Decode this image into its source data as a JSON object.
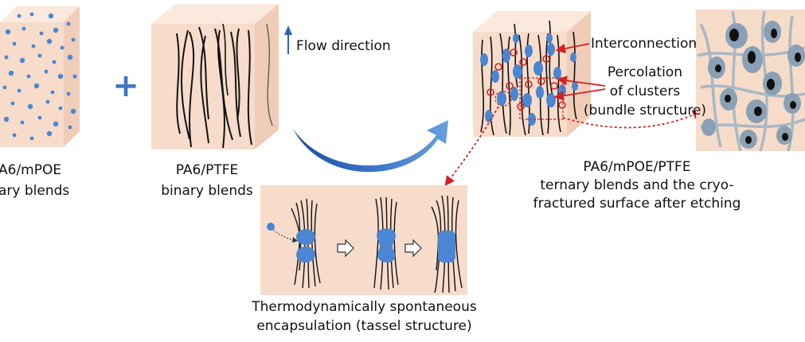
{
  "binary_pa6_mpoe": {
    "line1": "A6/mPOE",
    "line2": "ary blends"
  },
  "plus_sign": "+",
  "binary_pa6_ptfe": {
    "line1": "PA6/PTFE",
    "line2": "binary blends"
  },
  "flow_direction": "Flow direction",
  "ternary": {
    "interconnection": "Interconnection",
    "percolation_1": "Percolation",
    "percolation_2": "of clusters",
    "percolation_3": "(bundle structure)",
    "caption_1": "PA6/mPOE/PTFE",
    "caption_2": "ternary blends and the cryo-",
    "caption_3": "fractured surface after etching"
  },
  "encapsulation": {
    "caption_1": "Thermodynamically spontaneous",
    "caption_2": "encapsulation (tassel structure)"
  },
  "colors": {
    "cube_front": "#f7dccb",
    "cube_top": "#fbe9de",
    "cube_side": "#efcdb8",
    "droplet": "#4a86d1",
    "fiber": "#111111",
    "annotation_red": "#d62020",
    "arrow_blue": "#2e64b4",
    "sem_background": "#f6dbc9",
    "sem_fiber": "#a8b8c4"
  }
}
